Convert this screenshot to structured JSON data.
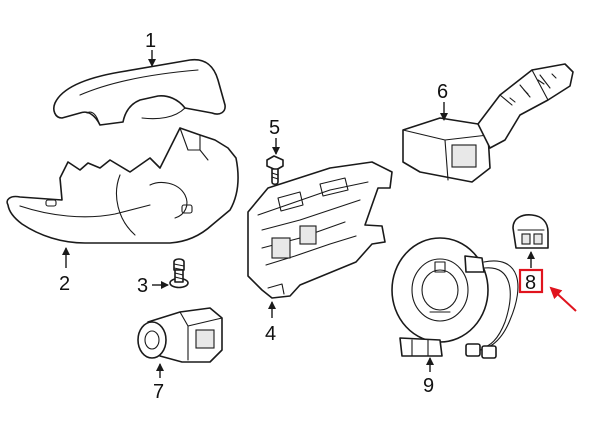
{
  "callouts": [
    {
      "id": "1",
      "label": "1"
    },
    {
      "id": "2",
      "label": "2"
    },
    {
      "id": "3",
      "label": "3"
    },
    {
      "id": "4",
      "label": "4"
    },
    {
      "id": "5",
      "label": "5"
    },
    {
      "id": "6",
      "label": "6"
    },
    {
      "id": "7",
      "label": "7"
    },
    {
      "id": "8",
      "label": "8"
    },
    {
      "id": "9",
      "label": "9"
    }
  ],
  "highlighted_callout": "8",
  "colors": {
    "line": "#1a1a1a",
    "highlight": "#e0141e",
    "background": "#ffffff"
  }
}
